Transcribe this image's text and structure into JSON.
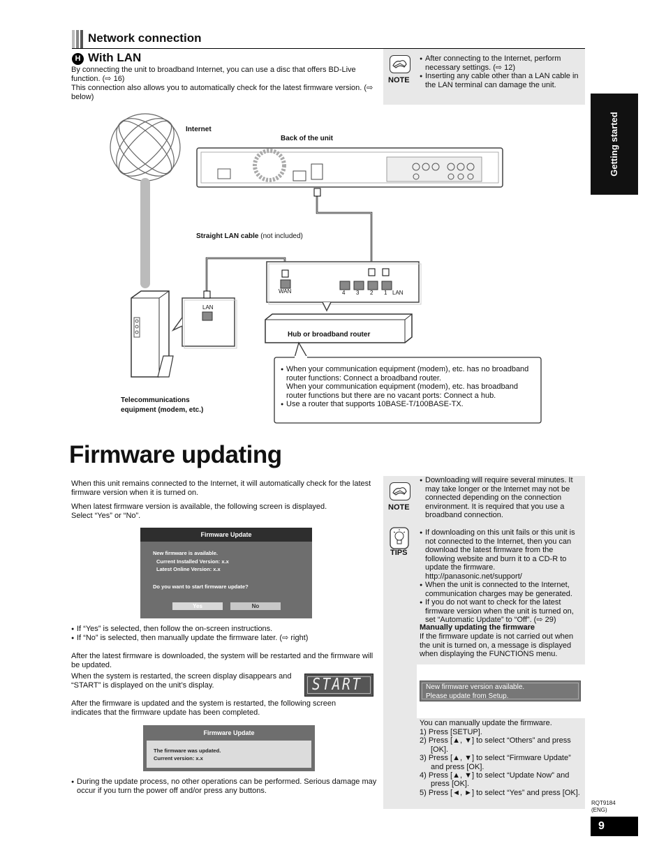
{
  "network": {
    "section_title": "Network connection",
    "letter": "H",
    "with_lan_title": "With LAN",
    "intro_1": "By connecting the unit to broadband Internet, you can use a disc that offers BD-Live function. (⇨ 16)",
    "intro_2": "This connection also allows you to automatically check for the latest firmware version. (⇨ below)",
    "note_label": "NOTE",
    "notes": [
      "After connecting to the Internet, perform necessary settings. (⇨ 12)",
      "Inserting any cable other than a LAN cable in the LAN terminal can damage the unit."
    ]
  },
  "diagram": {
    "internet": "Internet",
    "back_of_unit": "Back of the unit",
    "cable_label_bold": "Straight LAN cable",
    "cable_label_rest": " (not included)",
    "wan": "WAN",
    "ports": [
      "4",
      "3",
      "2",
      "1"
    ],
    "lan": "LAN",
    "lan_modem": "LAN",
    "hub": "Hub or broadband router",
    "modem_1": "Telecommunications",
    "modem_2": "equipment (modem, etc.)",
    "info_bullets": [
      "When your communication equipment (modem), etc. has no broadband router functions: Connect a broadband router.",
      "When your communication equipment (modem), etc. has broadband router functions but there are no vacant ports: Connect a hub.",
      "Use a router that supports 10BASE-T/100BASE-TX."
    ]
  },
  "side_tab": "Getting started",
  "firmware": {
    "title": "Firmware updating",
    "p1": "When this unit remains connected to the Internet, it will automatically check for the latest firmware version when it is turned on.",
    "p2": "When latest firmware version is available, the following screen is displayed.",
    "p2b": "Select “Yes” or “No”.",
    "screen1": {
      "header": "Firmware Update",
      "line1": "New firmware is available.",
      "line2": "Current Installed Version: x.x",
      "line3": "Latest Online Version: x.x",
      "question": "Do you want to start firmware update?",
      "yes": "Yes",
      "no": "No"
    },
    "bullets_after": [
      "If “Yes” is selected, then follow the on-screen instructions.",
      "If “No” is selected, then manually update the firmware later. (⇨ right)"
    ],
    "p3": "After the latest firmware is downloaded, the system will be restarted and the firmware will be updated.",
    "p4": "When the system is restarted, the screen display disappears and “START” is displayed on the unit’s display.",
    "display_text": "START",
    "p5": "After the firmware is updated and the system is restarted, the following screen indicates that the firmware update has been completed.",
    "screen2": {
      "header": "Firmware Update",
      "line1": "The firmware was updated.",
      "line2": "Current version: x.x"
    },
    "bullet_final": "During the update process, no other operations can be performed. Serious damage may occur if you turn the power off and/or press any buttons."
  },
  "right_box": {
    "note_label": "NOTE",
    "note_bullets": [
      "Downloading will require several minutes. It may take longer or the Internet may not be connected depending on the connection environment. It is required that you use a broadband connection."
    ],
    "tips_label": "TIPS",
    "tips_bullets": [
      "If downloading on this unit fails or this unit is not connected to the Internet, then you can download the latest firmware from the following website and burn it to a CD-R to update the firmware.",
      "When the unit is connected to the Internet, communication charges may be generated.",
      "If you do not want to check for the latest firmware version when the unit is turned on, set “Automatic Update” to “Off”. (⇨ 29)"
    ],
    "url": "http://panasonic.net/support/",
    "manual_title": "Manually updating the firmware",
    "manual_p": "If the firmware update is not carried out when the unit is turned on, a message is displayed when displaying the FUNCTIONS menu.",
    "message_1": "New firmware version available.",
    "message_2": "Please update from Setup.",
    "you_can": "You can manually update the firmware.",
    "steps": [
      "1)  Press [SETUP].",
      "2)  Press [▲, ▼] to select “Others” and press [OK].",
      "3)  Press [▲, ▼] to select “Firmware Update” and press [OK].",
      "4)  Press [▲, ▼] to select “Update Now” and press [OK].",
      "5)  Press [◄, ►] to select “Yes” and press [OK]."
    ]
  },
  "footer": {
    "code": "RQT9184",
    "lang": "(ENG)",
    "page": "9"
  }
}
